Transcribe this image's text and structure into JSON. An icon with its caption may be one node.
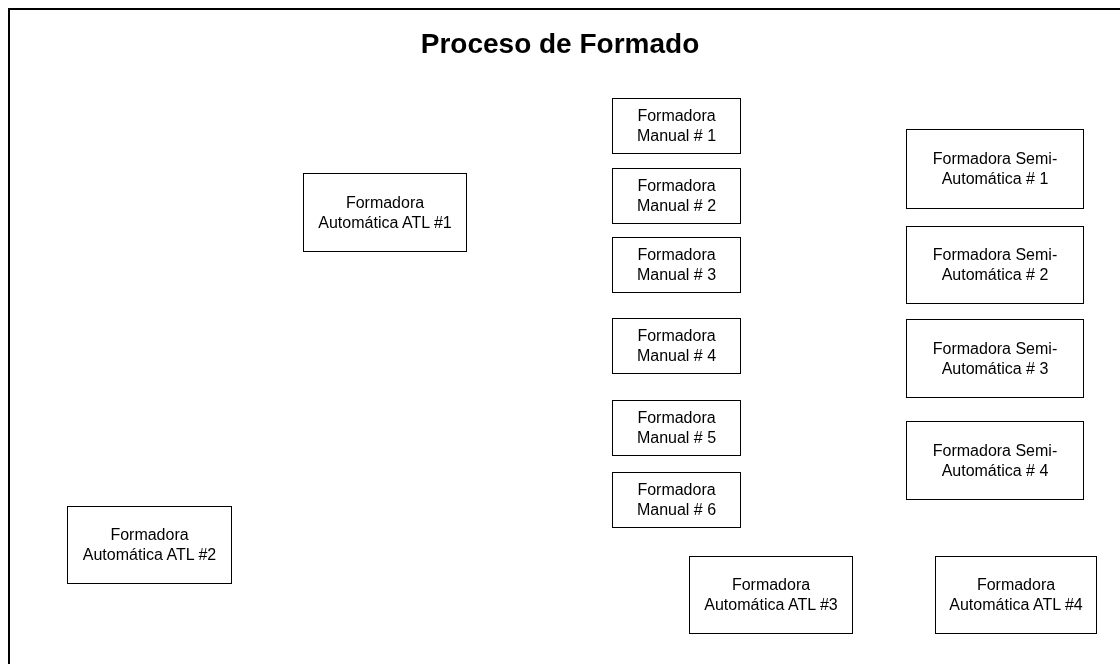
{
  "diagram": {
    "title": "Proceso de Formado",
    "nodes": [
      {
        "text": [
          "Formadora Automática ATL #1"
        ]
      },
      {
        "text": [
          "Formadora Manual # 1"
        ]
      },
      {
        "text": [
          "Formadora Manual # 2"
        ]
      },
      {
        "text": [
          "Formadora Manual # 3"
        ]
      },
      {
        "text": [
          "Formadora Manual # 4"
        ]
      },
      {
        "text": [
          "Formadora Manual # 5"
        ]
      },
      {
        "text": [
          "Formadora Manual # 6"
        ]
      },
      {
        "text": [
          "Formadora Semi- Automática # 1"
        ]
      },
      {
        "text": [
          "Formadora Semi- Automática # 2"
        ]
      },
      {
        "text": [
          "Formadora Semi- Automática # 3"
        ]
      },
      {
        "text": [
          "Formadora Semi- Automática # 4"
        ]
      },
      {
        "text": [
          "Formadora Automática ATL #2"
        ]
      },
      {
        "text": [
          "Formadora Automática ATL #3"
        ]
      },
      {
        "text": [
          "Formadora Automática ATL #4"
        ]
      }
    ]
  }
}
